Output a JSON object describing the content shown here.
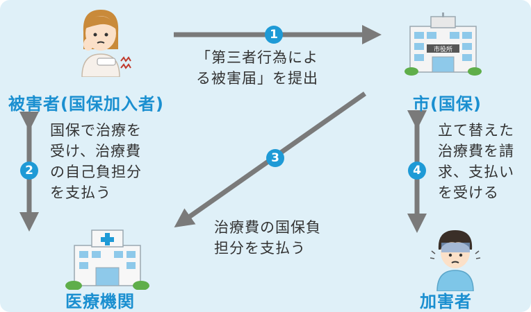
{
  "nodes": {
    "victim": "被害者(国保加入者)",
    "city": "市(国保)",
    "hospital": "医療機関",
    "perpetrator": "加害者"
  },
  "steps": {
    "s1": {
      "number": "1",
      "text": [
        "「第三者行為によ",
        "る被害届」を提出"
      ]
    },
    "s2": {
      "number": "2",
      "text": [
        "国保で治療を",
        "受け、治療費",
        "の自己負担分",
        "を支払う"
      ]
    },
    "s3": {
      "number": "3",
      "text": [
        "治療費の国保負",
        "担分を支払う"
      ]
    },
    "s4": {
      "number": "4",
      "text": [
        "立て替えた",
        "治療費を請",
        "求、支払い",
        "を受ける"
      ]
    }
  },
  "building_sign": "市役所",
  "colors": {
    "accent": "#1e9ad6",
    "arrow": "#7a7a7a",
    "background": "#dff0f8"
  }
}
